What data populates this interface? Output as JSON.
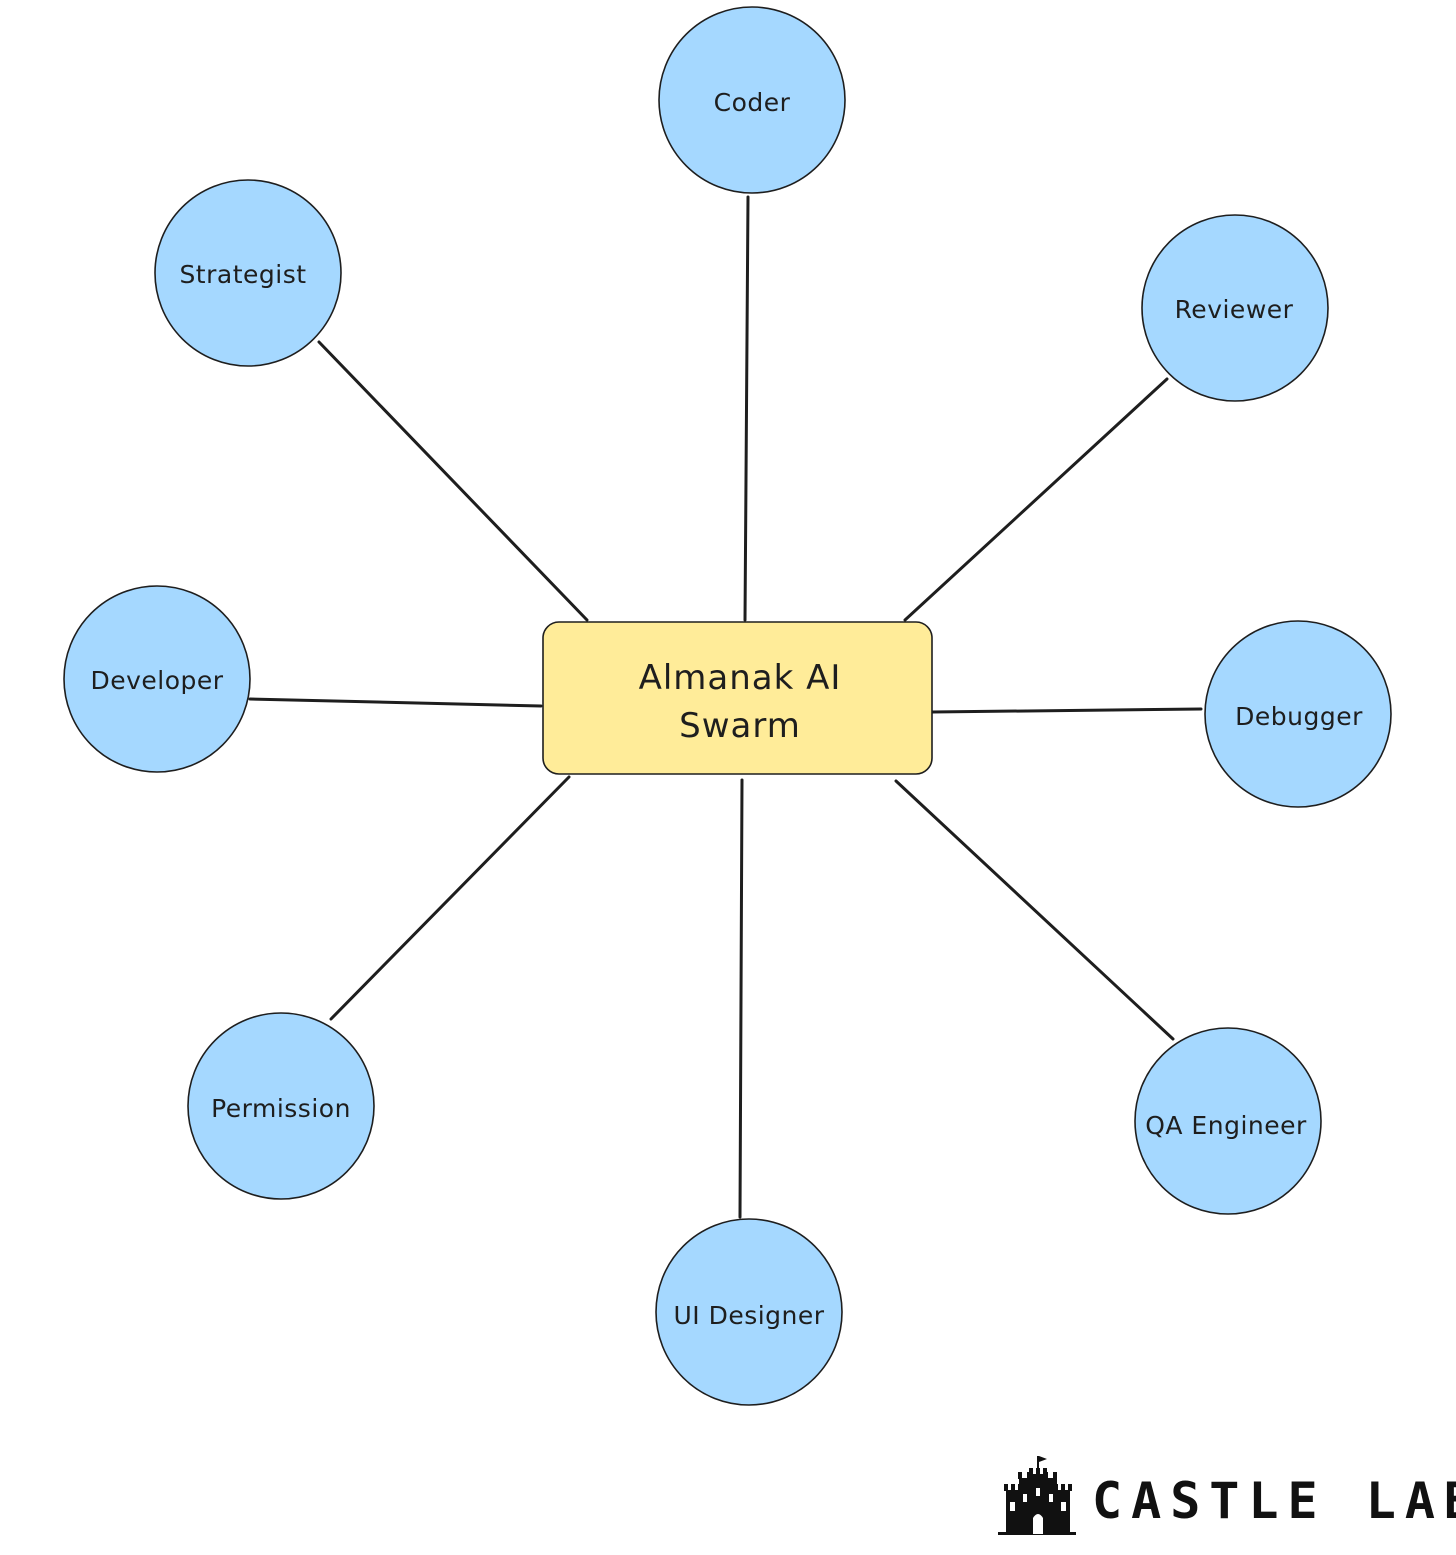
{
  "hub": {
    "label_line1": "Almanak AI",
    "label_line2": "Swarm"
  },
  "agents": [
    {
      "id": "coder",
      "label": "Coder"
    },
    {
      "id": "strategist",
      "label": "Strategist"
    },
    {
      "id": "reviewer",
      "label": "Reviewer"
    },
    {
      "id": "developer",
      "label": "Developer"
    },
    {
      "id": "debugger",
      "label": "Debugger"
    },
    {
      "id": "permission",
      "label": "Permission"
    },
    {
      "id": "qa-engineer",
      "label": "QA Engineer"
    },
    {
      "id": "ui-designer",
      "label": "UI Designer"
    }
  ],
  "brand": {
    "name": "CASTLE LABS"
  },
  "colors": {
    "agent_fill": "#a5d8ff",
    "hub_fill": "#ffec99",
    "stroke": "#1e1e1e"
  }
}
